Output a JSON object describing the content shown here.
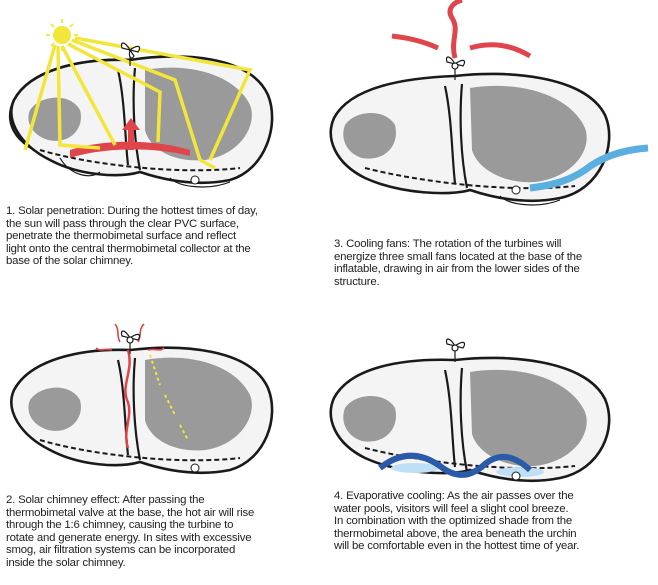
{
  "captions": {
    "step1": "1. Solar penetration: During the hottest times of day,\nthe sun will pass through the clear PVC surface,\npenetrate the thermobimetal surface and reflect\nlight onto the central thermobimetal collector at the\nbase of the solar chimney.",
    "step2": "2. Solar chimney effect: After passing the\nthermobimetal valve at the base, the hot air will rise\nthrough the 1:6 chimney, causing the turbine to\nrotate and generate energy. In sites with excessive\nsmog, air filtration systems can be incorporated\ninside the solar chimney.",
    "step3": "3. Cooling fans: The rotation of the turbines will\nenergize three small fans located at the base of the\ninflatable, drawing in air from the lower sides of the\nstructure.",
    "step4": "4. Evaporative cooling: As the air passes over the\nwater pools, visitors will feel a slight cool breeze.\nIn combination with the optimized shade from the\nthermobimetal above, the area beneath the urchin\nwill be comfortable even in the hottest time of year."
  },
  "colors": {
    "outline": "#1a1a1a",
    "shell_fill": "#f2f2f2",
    "collector": "#9a9a9a",
    "sun_rays": "#f2e63a",
    "hot_air": "#e0454b",
    "cool_air": "#5aaee0",
    "water_flow": "#2a5aa8"
  },
  "icons": [
    "sun-icon",
    "turbine-icon",
    "fan-icon",
    "hot-air-arrow-icon",
    "cool-air-arrow-icon",
    "water-flow-icon"
  ]
}
